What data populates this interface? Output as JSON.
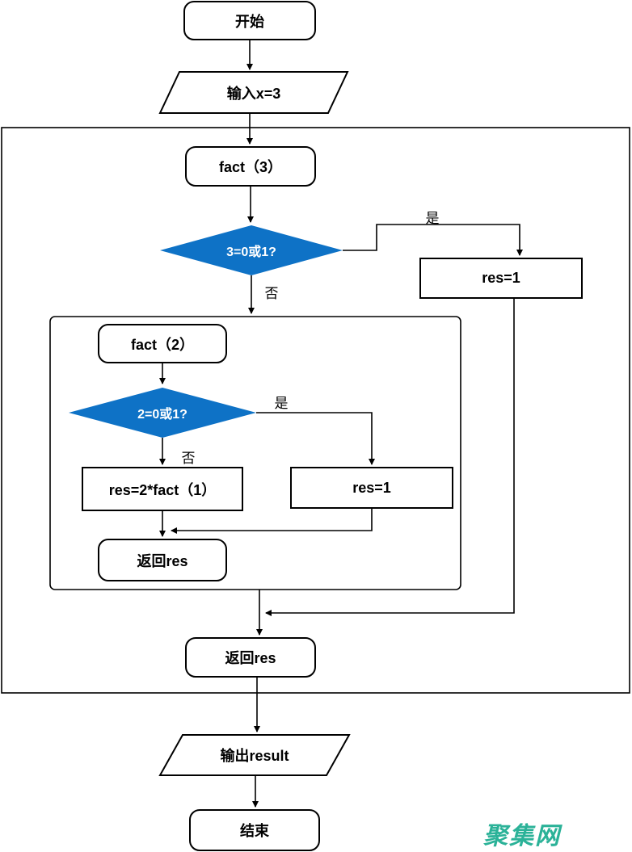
{
  "colors": {
    "diamond_fill": "#0E72C6",
    "diamond_text": "#ffffff",
    "line": "#000000",
    "watermark": "#2BB298",
    "background": "#ffffff"
  },
  "flowchart": {
    "nodes": {
      "start": "开始",
      "input": "输入x=3",
      "fact3": "fact（3）",
      "decision1": "3=0或1?",
      "res1_outer": "res=1",
      "fact2": "fact（2）",
      "decision2": "2=0或1?",
      "res_fact1": "res=2*fact（1）",
      "res1_inner": "res=1",
      "return_inner": "返回res",
      "return_outer": "返回res",
      "output": "输出result",
      "end": "结束"
    },
    "edge_labels": {
      "yes1": "是",
      "no1": "否",
      "yes2": "是",
      "no2": "否"
    }
  },
  "watermark": {
    "text": "聚集网"
  }
}
